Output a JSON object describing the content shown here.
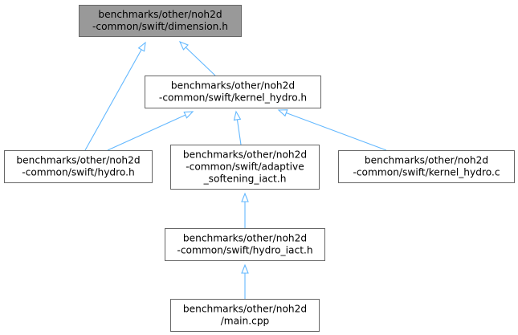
{
  "nodes": [
    {
      "id": "dimension_h",
      "lines": [
        "benchmarks/other/noh2d",
        "-common/swift/dimension.h"
      ],
      "highlight": true
    },
    {
      "id": "kernel_hydro_h",
      "lines": [
        "benchmarks/other/noh2d",
        "-common/swift/kernel_hydro.h"
      ]
    },
    {
      "id": "hydro_h",
      "lines": [
        "benchmarks/other/noh2d",
        "-common/swift/hydro.h"
      ]
    },
    {
      "id": "adaptive_softening_iact_h",
      "lines": [
        "benchmarks/other/noh2d",
        "-common/swift/adaptive",
        "_softening_iact.h"
      ]
    },
    {
      "id": "kernel_hydro_c",
      "lines": [
        "benchmarks/other/noh2d",
        "-common/swift/kernel_hydro.c"
      ]
    },
    {
      "id": "hydro_iact_h",
      "lines": [
        "benchmarks/other/noh2d",
        "-common/swift/hydro_iact.h"
      ]
    },
    {
      "id": "main_cpp",
      "lines": [
        "benchmarks/other/noh2d",
        "/main.cpp"
      ]
    }
  ],
  "edges": [
    {
      "from": "kernel_hydro_h",
      "to": "dimension_h"
    },
    {
      "from": "hydro_h",
      "to": "dimension_h"
    },
    {
      "from": "hydro_h",
      "to": "kernel_hydro_h"
    },
    {
      "from": "adaptive_softening_iact_h",
      "to": "kernel_hydro_h"
    },
    {
      "from": "kernel_hydro_c",
      "to": "kernel_hydro_h"
    },
    {
      "from": "hydro_iact_h",
      "to": "adaptive_softening_iact_h"
    },
    {
      "from": "main_cpp",
      "to": "hydro_iact_h"
    }
  ],
  "colors": {
    "edge": "#63b8ff",
    "highlight_fill": "#999999",
    "border": "#666666"
  }
}
